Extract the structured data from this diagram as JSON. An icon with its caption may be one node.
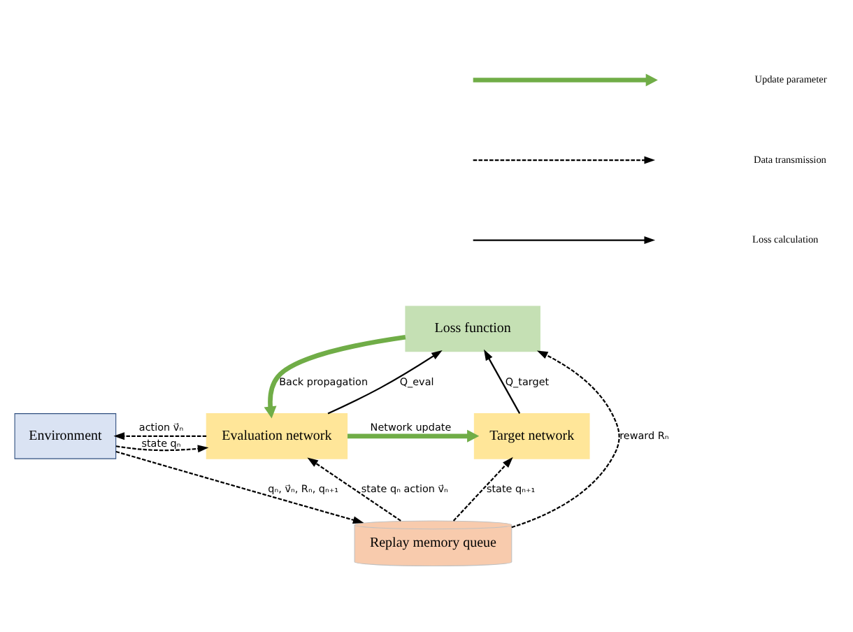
{
  "diagram": {
    "nodes": [
      {
        "text": [
          "Loss function"
        ]
      },
      {
        "text": [
          "Environment"
        ]
      },
      {
        "text": [
          "Evaluation network"
        ]
      },
      {
        "text": [
          "Target network"
        ]
      },
      {
        "text": [
          "Replay memory queue"
        ]
      }
    ],
    "edges": [
      {
        "from": 2,
        "to": 0,
        "arrow": "to",
        "label": "Q_eval"
      },
      {
        "from": 3,
        "to": 0,
        "arrow": "to",
        "label": "Q_target"
      },
      {
        "from": 0,
        "to": 2,
        "arrow": "to",
        "label": "Back propagation",
        "style": "thick",
        "color": "#70ad47"
      },
      {
        "from": 2,
        "to": 1,
        "arrow": "to",
        "label": "action v⃗ₙ",
        "style": "dashed"
      },
      {
        "from": 1,
        "to": 2,
        "arrow": "to",
        "label": "state qₙ",
        "style": "dashed"
      },
      {
        "from": 2,
        "to": 3,
        "arrow": "to",
        "label": "Network update",
        "style": "thick",
        "color": "#70ad47"
      },
      {
        "from": 1,
        "to": 4,
        "arrow": "to",
        "label": "qₙ, v⃗ₙ, Rₙ, qₙ₊₁",
        "style": "dashed"
      },
      {
        "from": 4,
        "to": 2,
        "arrow": "to",
        "label": "state qₙ action v⃗ₙ",
        "style": "dashed"
      },
      {
        "from": 4,
        "to": 3,
        "arrow": "to",
        "label": "state qₙ₊₁",
        "style": "dashed"
      },
      {
        "from": 4,
        "to": 0,
        "arrow": "to",
        "label": "reward Rₙ",
        "style": "dashed"
      }
    ],
    "legend": [
      {
        "text": "Update parameter"
      },
      {
        "text": "Data transmission"
      },
      {
        "text": "Loss calculation"
      }
    ]
  }
}
